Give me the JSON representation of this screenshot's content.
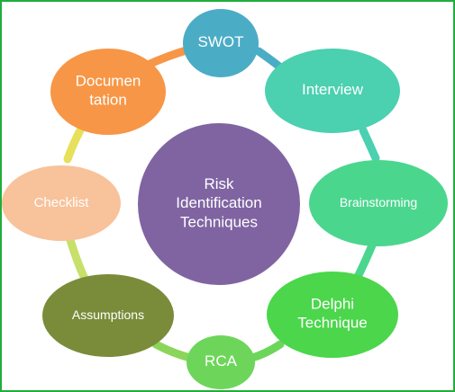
{
  "center": {
    "lines": [
      "Risk",
      "Identification",
      "Techniques"
    ],
    "color": "#8064a2"
  },
  "nodes": [
    {
      "id": "swot",
      "lines": [
        "SWOT"
      ],
      "color": "#4bacc6"
    },
    {
      "id": "interview",
      "lines": [
        "Interview"
      ],
      "color": "#4bd0b0"
    },
    {
      "id": "brainstorming",
      "lines": [
        "Brainstorming"
      ],
      "color": "#4bd68e"
    },
    {
      "id": "delphi-technique",
      "lines": [
        "Delphi",
        "Technique"
      ],
      "color": "#4bd64b"
    },
    {
      "id": "rca",
      "lines": [
        "RCA"
      ],
      "color": "#6dd65a"
    },
    {
      "id": "assumptions",
      "lines": [
        "Assumptions"
      ],
      "color": "#7a8c3a"
    },
    {
      "id": "checklist",
      "lines": [
        "Checklist"
      ],
      "color": "#f8c29a"
    },
    {
      "id": "documentation",
      "lines": [
        "Documen",
        "tation"
      ],
      "color": "#f79646"
    }
  ],
  "ring_colors": {
    "swot_interview": "#4bacc6",
    "interview_brainstorming": "#4bd0b0",
    "brainstorming_delphi": "#4bd68e",
    "delphi_rca": "#6dd65a",
    "rca_assumptions": "#8bd65a",
    "assumptions_checklist": "#c6e06a",
    "checklist_documentation": "#e6e05a",
    "documentation_swot": "#f79646"
  }
}
